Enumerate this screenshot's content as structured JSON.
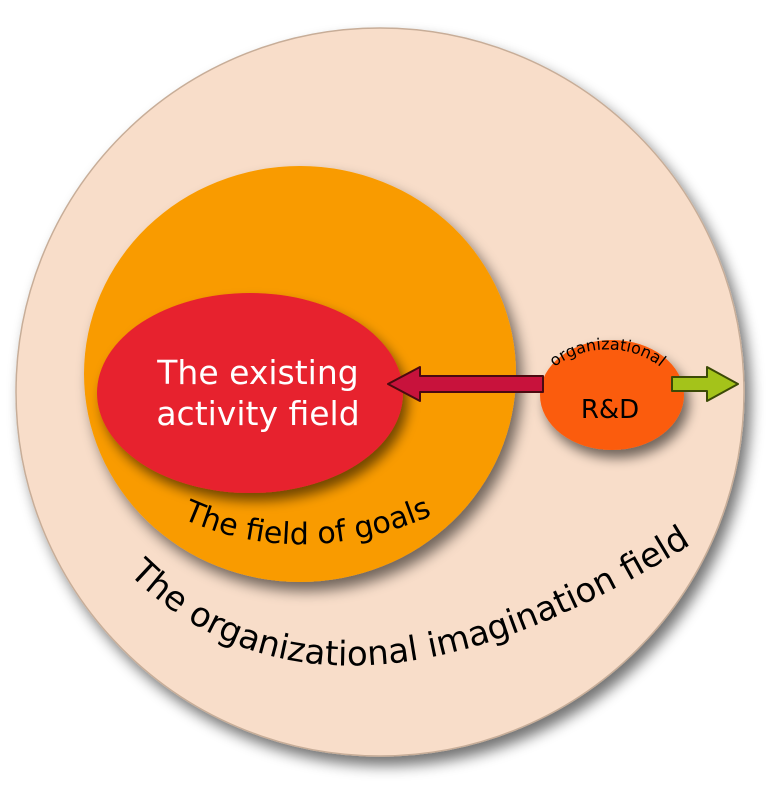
{
  "diagram": {
    "outer_label": "The organizational imagination field",
    "goals_label": "The field of goals",
    "activity_label": {
      "line1": "The existing",
      "line2": "activity field"
    },
    "rd_label": "R&D",
    "rd_arc_label": "organizational"
  },
  "colors": {
    "outer_fill": "#f8ddc9",
    "goals_fill": "#f99b05",
    "activity_fill": "#e7212f",
    "rd_fill": "#fb5c0a",
    "arrow_left": "#c8123c",
    "arrow_right": "#a4c31a",
    "label_dark": "#000000",
    "label_light": "#ffffff"
  }
}
